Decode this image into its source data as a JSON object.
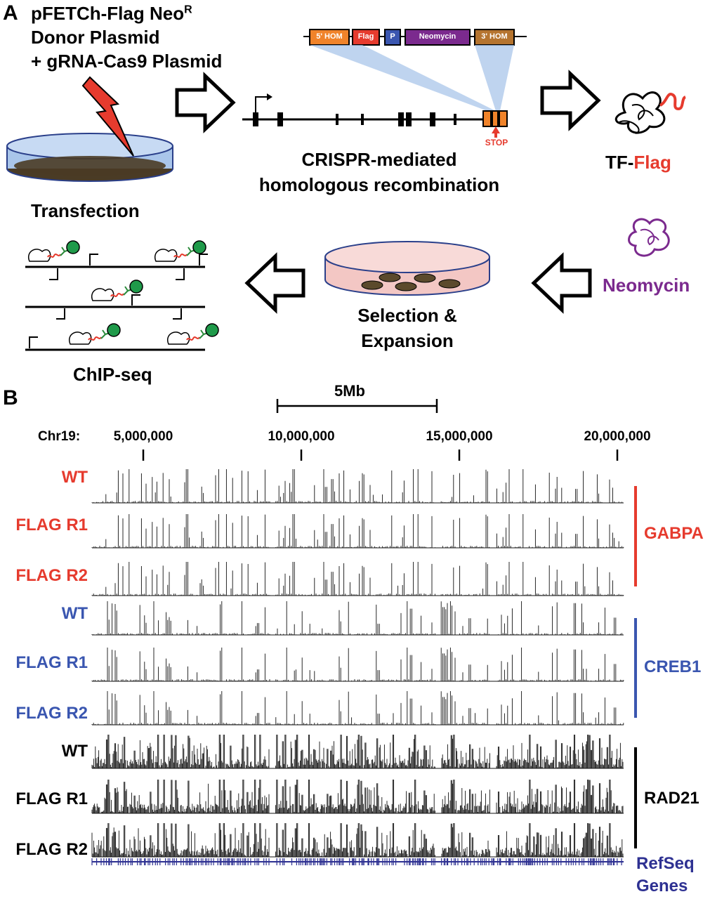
{
  "panel_a": {
    "letter": "A",
    "donor_line1": "pFETCh-Flag Neo",
    "donor_sup": "R",
    "donor_line2": "Donor Plasmid",
    "donor_line3": "+ gRNA-Cas9 Plasmid",
    "cassette": [
      "5' HOM",
      "Flag",
      "P",
      "Neomycin",
      "3' HOM"
    ],
    "stop_label": "STOP",
    "crispr_line1": "CRISPR-mediated",
    "crispr_line2": "homologous recombination",
    "tf_prefix": "TF-",
    "tf_suffix": "Flag",
    "transfection": "Transfection",
    "neomycin": "Neomycin",
    "selection_line1": "Selection &",
    "selection_line2": "Expansion",
    "chipseq": "ChIP-seq"
  },
  "panel_b": {
    "letter": "B",
    "scale_label": "5Mb",
    "chrom_label": "Chr19:",
    "ticks": [
      "5,000,000",
      "10,000,000",
      "15,000,000",
      "20,000,000"
    ],
    "tracks": [
      {
        "label": "WT",
        "group": "GABPA"
      },
      {
        "label": "FLAG R1",
        "group": "GABPA"
      },
      {
        "label": "FLAG R2",
        "group": "GABPA"
      },
      {
        "label": "WT",
        "group": "CREB1"
      },
      {
        "label": "FLAG R1",
        "group": "CREB1"
      },
      {
        "label": "FLAG R2",
        "group": "CREB1"
      },
      {
        "label": "WT",
        "group": "RAD21"
      },
      {
        "label": "FLAG R1",
        "group": "RAD21"
      },
      {
        "label": "FLAG R2",
        "group": "RAD21"
      }
    ],
    "groups": [
      {
        "name": "GABPA",
        "color": "#e63b2e"
      },
      {
        "name": "CREB1",
        "color": "#3a56b0"
      },
      {
        "name": "RAD21",
        "color": "#000000"
      }
    ],
    "refseq_line1": "RefSeq",
    "refseq_line2": "Genes",
    "refseq_color": "#2e3192"
  },
  "colors": {
    "red": "#e63b2e",
    "blue": "#3a56b0",
    "purple": "#7b2a8e",
    "orange": "#f0832a",
    "brown": "#b5742f",
    "navy": "#2e3192"
  }
}
